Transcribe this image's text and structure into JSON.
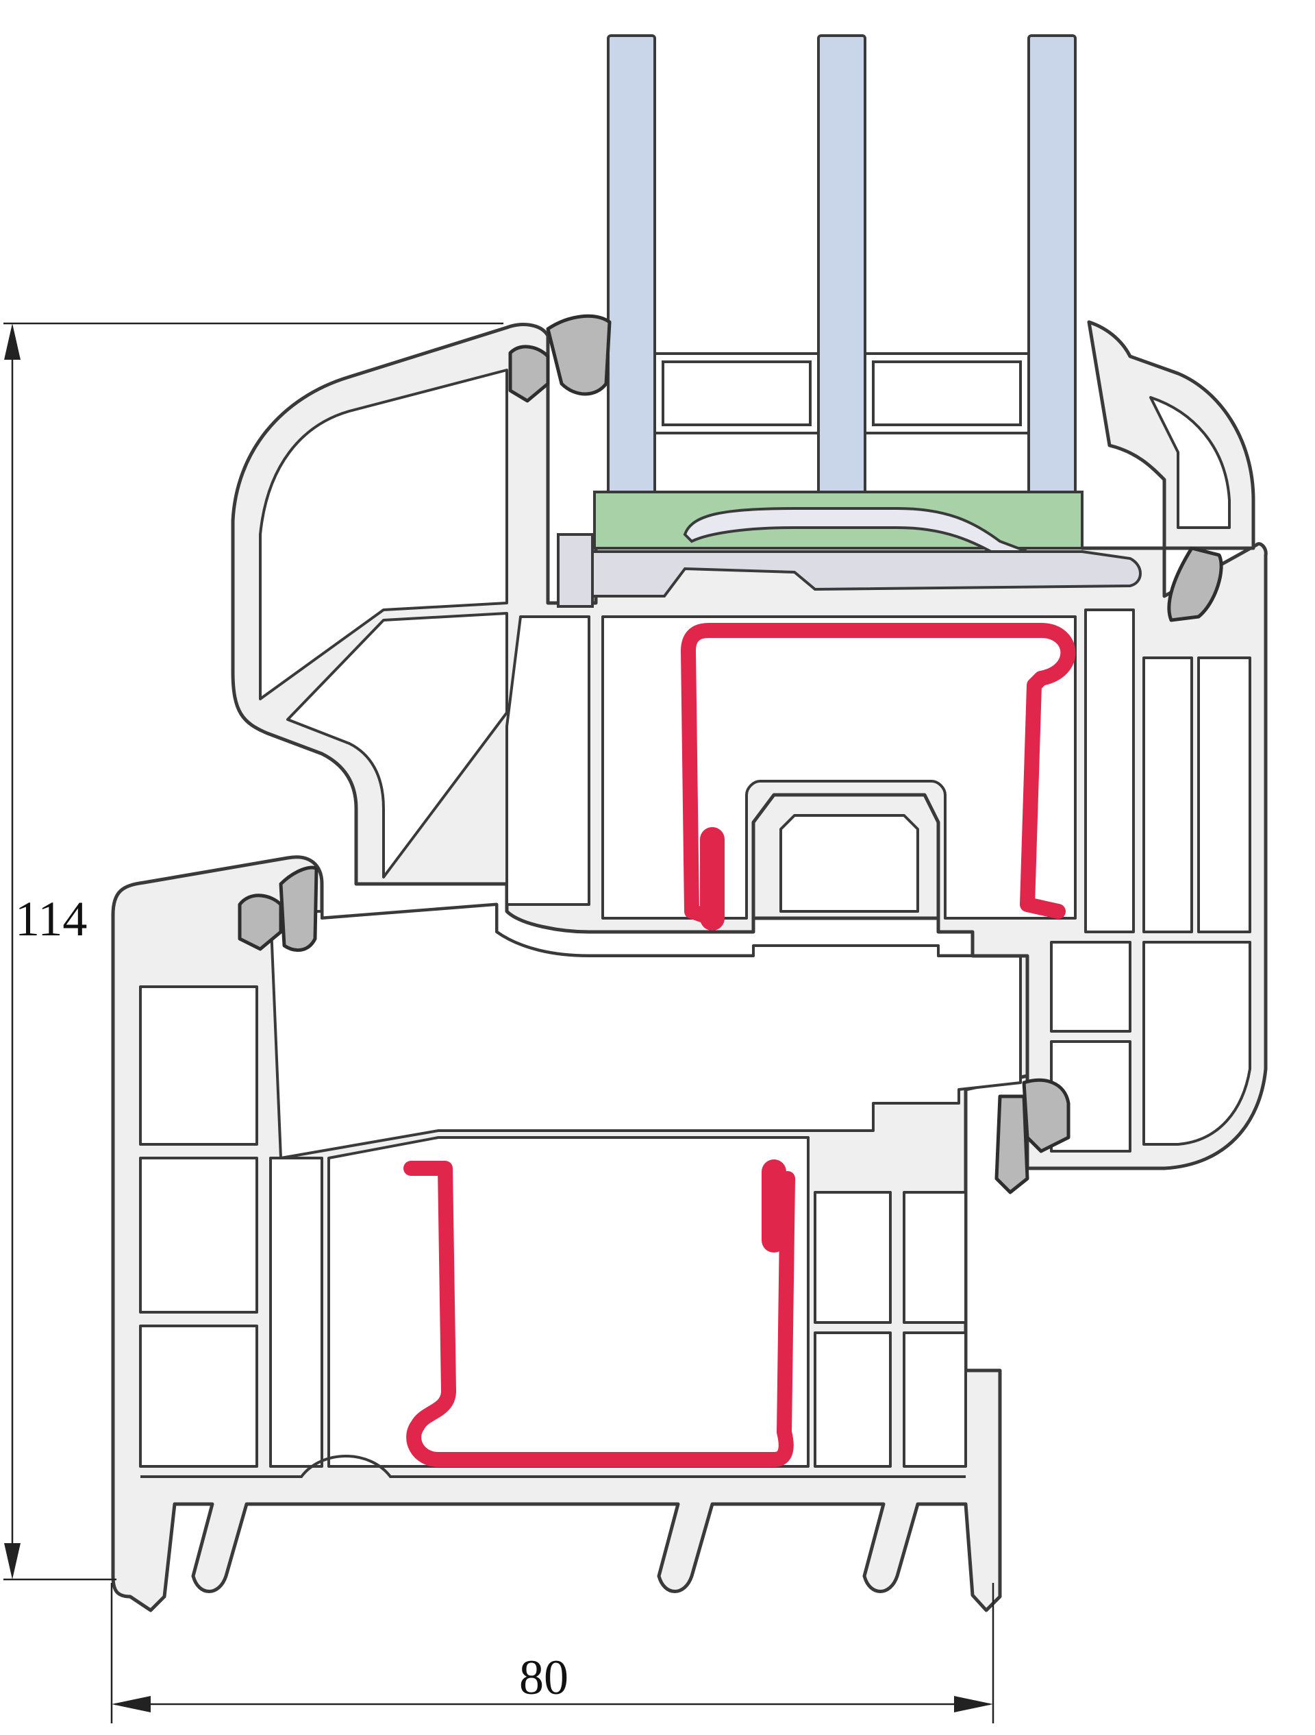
{
  "diagram": {
    "dimensions": {
      "height_label": "114",
      "width_label": "80"
    },
    "colors": {
      "pvc": "#efefef",
      "outline": "#3a3a3a",
      "glass": "#c9d6ea",
      "glazing_bead": "#a8d1a8",
      "steel_reinforcement": "#e0264a",
      "gasket": "#b8b8b8",
      "clip": "#dcdce4"
    },
    "components": {
      "glass_panes": 3
    }
  }
}
